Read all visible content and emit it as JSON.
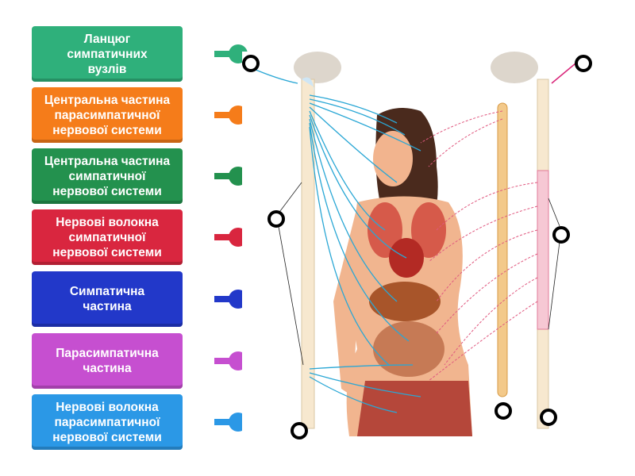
{
  "labels": [
    {
      "text": "Ланцюг\nсимпатичних\nвузлів",
      "color": "#2fb07b"
    },
    {
      "text": "Центральна частина\nпарасимпатичної\nнервової системи",
      "color": "#f57c1a"
    },
    {
      "text": "Центральна частина\nсимпатичної\nнервової системи",
      "color": "#23914e"
    },
    {
      "text": "Нервові волокна\nсимпатичної\nнервової системи",
      "color": "#d9263f"
    },
    {
      "text": "Симпатична\nчастина",
      "color": "#2238c9"
    },
    {
      "text": "Парасимпатична\nчастина",
      "color": "#c64fd0"
    },
    {
      "text": "Нервові волокна\nпарасимпатичної\nнервової системи",
      "color": "#2b98e6"
    }
  ],
  "targets_count": 7
}
